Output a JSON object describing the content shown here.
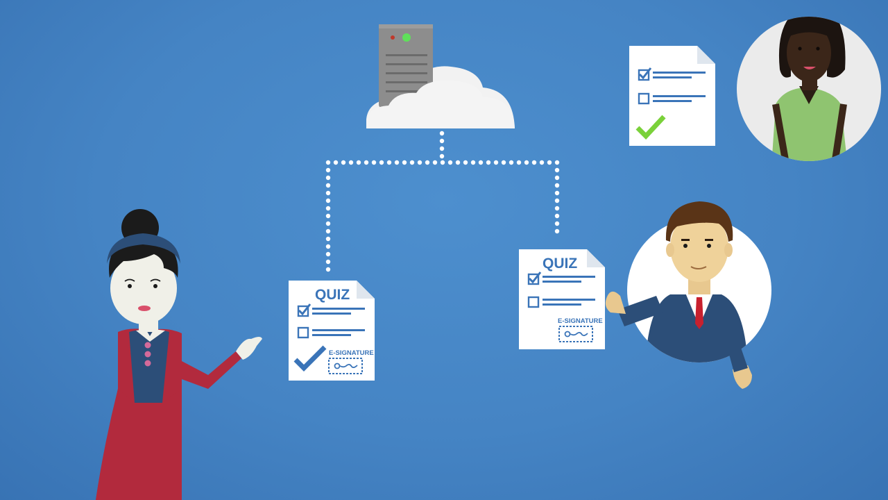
{
  "colors": {
    "background": "#4584c4",
    "document_blue": "#3a74b8",
    "check_green": "#7ad13a",
    "server_gray": "#8d8d8d",
    "cloud_white": "#f2f2f2"
  },
  "documents": [
    {
      "title": "QUIZ",
      "signature_label": "E-SIGNATURE",
      "signed": true
    },
    {
      "title": "QUIZ",
      "signature_label": "E-SIGNATURE",
      "signed": false
    }
  ],
  "graded_document": {
    "approved": true,
    "icon": "green-check-icon"
  },
  "people": [
    {
      "role": "teacher",
      "icon": "woman-presenter"
    },
    {
      "role": "student",
      "icon": "man-in-suit"
    },
    {
      "role": "reviewer",
      "icon": "woman-in-green"
    }
  ],
  "cloud_server": {
    "icon": "server-cloud-icon"
  }
}
